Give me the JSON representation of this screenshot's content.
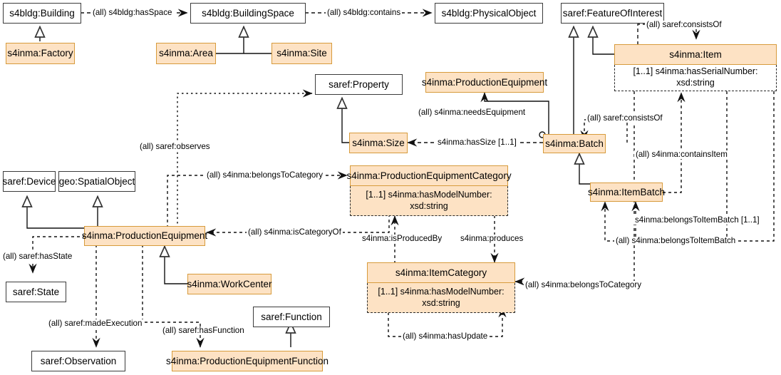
{
  "diagram": {
    "title": "S4INMA industrial manufacturing ontology class diagram",
    "colors": {
      "node_fill": "#fde2c4",
      "node_border": "#d79b3c",
      "white_fill": "#ffffff",
      "white_border": "#3b3b3b",
      "edge": "#1a1a1a"
    }
  },
  "nodes": {
    "building": {
      "label": "s4bldg:Building"
    },
    "building_space": {
      "label": "s4bldg:BuildingSpace"
    },
    "physical_object": {
      "label": "s4bldg:PhysicalObject"
    },
    "feature": {
      "label": "saref:FeatureOfInterest"
    },
    "factory": {
      "label": "s4inma:Factory"
    },
    "area": {
      "label": "s4inma:Area"
    },
    "site": {
      "label": "s4inma:Site"
    },
    "item": {
      "label": "s4inma:Item",
      "attribute": "[1..1] s4inma:hasSerialNumber: xsd:string"
    },
    "property": {
      "label": "saref:Property"
    },
    "prod_equip_top": {
      "label": "s4inma:ProductionEquipment"
    },
    "size": {
      "label": "s4inma:Size"
    },
    "batch": {
      "label": "s4inma:Batch"
    },
    "item_batch": {
      "label": "s4inma:ItemBatch"
    },
    "device": {
      "label": "saref:Device"
    },
    "spatial_object": {
      "label": "geo:SpatialObject"
    },
    "prod_equip_cat": {
      "label": "s4inma:ProductionEquipmentCategory",
      "attribute": "[1..1] s4inma:hasModelNumber:\nxsd:string"
    },
    "prod_equip": {
      "label": "s4inma:ProductionEquipment"
    },
    "state": {
      "label": "saref:State"
    },
    "work_center": {
      "label": "s4inma:WorkCenter"
    },
    "function": {
      "label": "saref:Function"
    },
    "item_category": {
      "label": "s4inma:ItemCategory",
      "attribute": "[1..1] s4inma:hasModelNumber:\nxsd:string"
    },
    "observation": {
      "label": "saref:Observation"
    },
    "prod_equip_func": {
      "label": "s4inma:ProductionEquipmentFunction"
    }
  },
  "edge_labels": {
    "has_space": "(all) s4bldg:hasSpace",
    "contains": "(all) s4bldg:contains",
    "consists_of_item": "(all) saref:consistsOf",
    "needs_equipment": "(all) s4inma:needsEquipment",
    "has_size": "s4inma:hasSize [1..1]",
    "consists_of_batch": "(all) saref:consistsOf",
    "contains_item": "(all) s4inma:containsItem",
    "observes": "(all) saref:observes",
    "belongs_to_category": "(all) s4inma:belongsToCategory",
    "is_category_of": "(all) s4inma:isCategoryOf",
    "is_produced_by": "s4inma:isProducedBy",
    "produces": "s4inma:produces",
    "belongs_to_item_batch_card": "s4inma:belongsToItemBatch [1..1]",
    "belongs_to_item_batch": "(all) s4inma:belongsToItemBatch",
    "belongs_to_category2": "(all) s4inma:belongsToCategory",
    "has_update": "(all) s4inma:hasUpdate",
    "has_state": "(all) saref:hasState",
    "made_execution": "(all) saref:madeExecution",
    "has_function": "(all) saref:hasFunction"
  }
}
